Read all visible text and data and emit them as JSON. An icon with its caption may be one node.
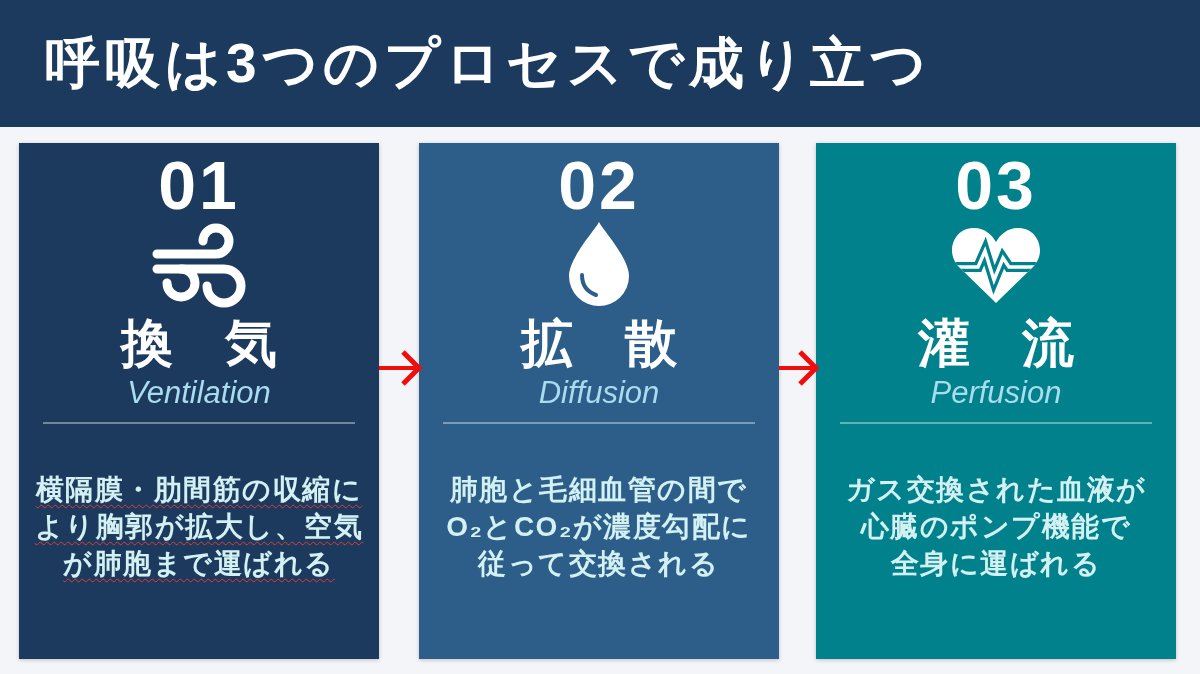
{
  "diagram": {
    "title": "呼吸は3つのプロセスで成り立つ",
    "nodes": [
      {
        "text": [
          "01",
          "換　気",
          "Ventilation",
          "横隔膜・肋間筋の収縮により胸郭が拡大し、空気が肺胞まで運ばれる"
        ]
      },
      {
        "text": [
          "02",
          "拡　散",
          "Diffusion",
          "肺胞と毛細血管の間でO₂とCO₂が濃度勾配に従って交換される"
        ]
      },
      {
        "text": [
          "03",
          "灌　流",
          "Perfusion",
          "ガス交換された血液が心臓のポンプ機能で全身に運ばれる"
        ]
      }
    ],
    "edges": [
      {
        "from": 0,
        "to": 1,
        "arrow": "to"
      },
      {
        "from": 1,
        "to": 2,
        "arrow": "to"
      }
    ]
  }
}
